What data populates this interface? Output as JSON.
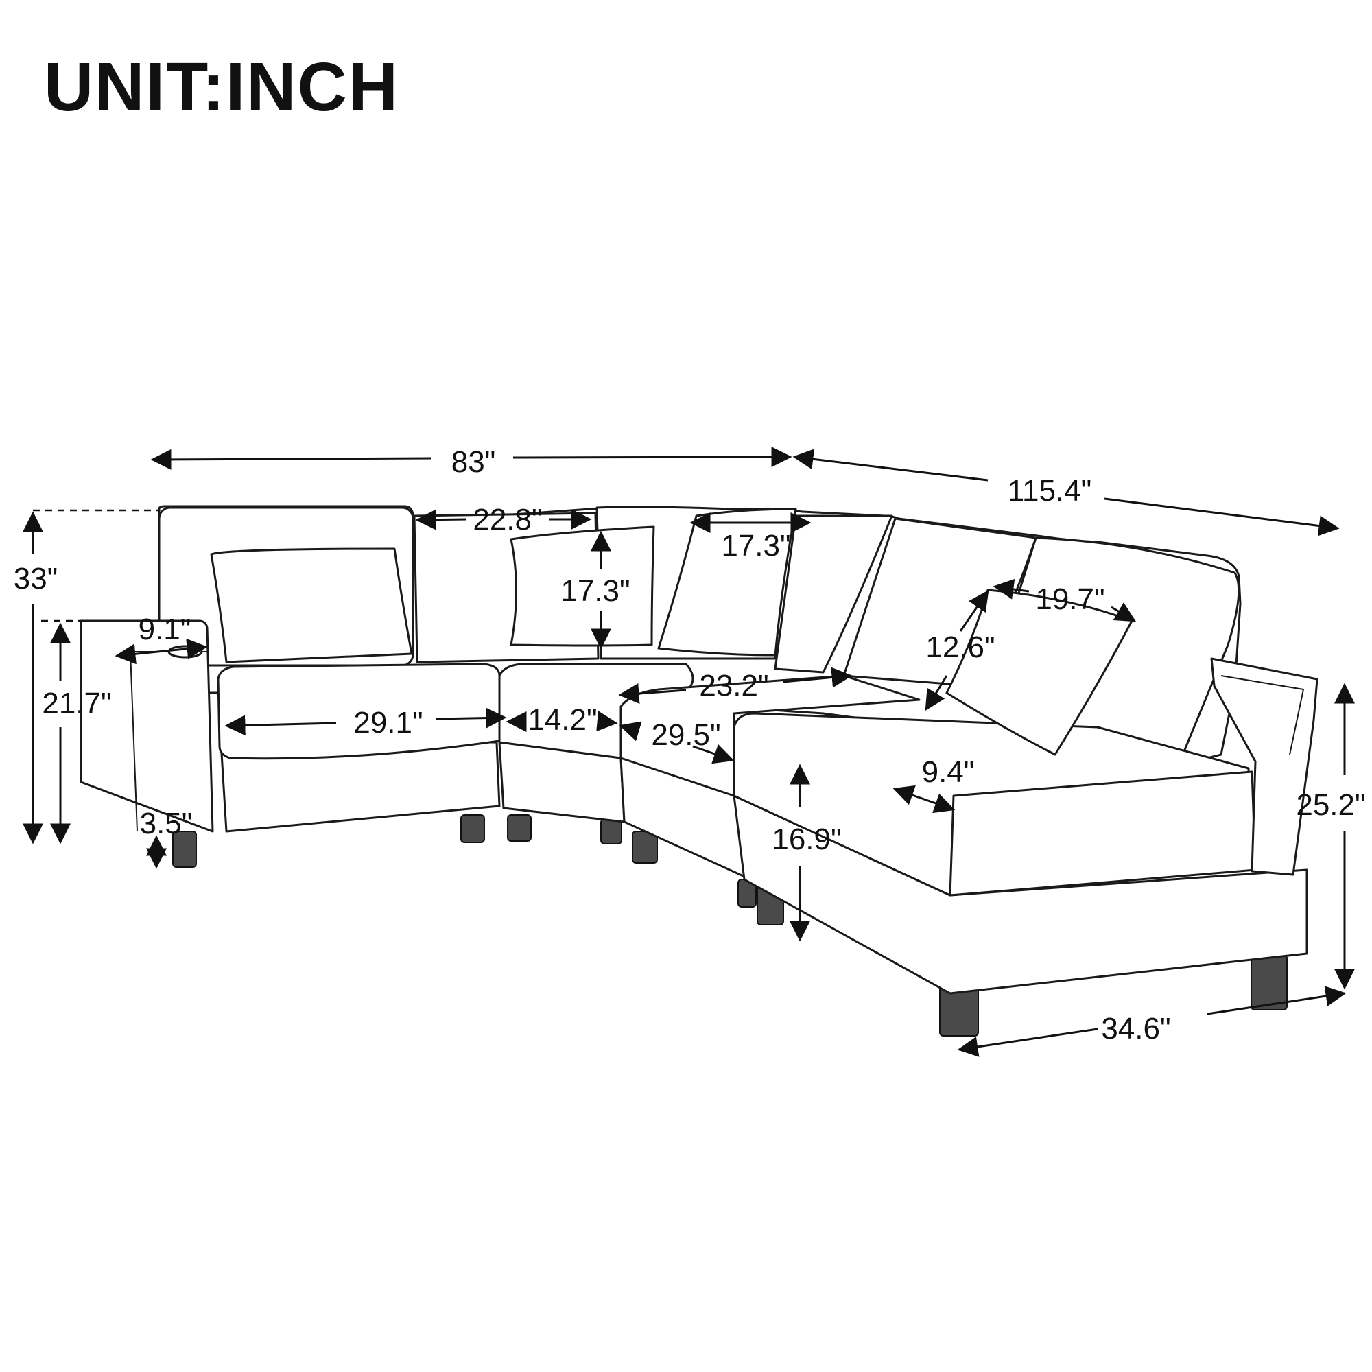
{
  "unit_label": "UNIT:INCH",
  "dimensions": {
    "total_width_left": "83\"",
    "total_width_right": "115.4\"",
    "total_height": "33\"",
    "arm_height": "21.7\"",
    "arm_top_width": "9.1\"",
    "leg_height": "3.5\"",
    "back_pillow_width": "22.8\"",
    "throw_pillow_height": "17.3\"",
    "throw_pillow_width": "17.3\"",
    "seat_width_left": "29.1\"",
    "wedge_front_width": "14.2\"",
    "seat_width_corner": "23.2\"",
    "seat_depth_corner": "29.5\"",
    "lumbar_pillow_height": "12.6\"",
    "lumbar_pillow_width": "19.7\"",
    "arm_width_right": "9.4\"",
    "seat_height": "16.9\"",
    "right_height": "25.2\"",
    "right_depth": "34.6\""
  }
}
